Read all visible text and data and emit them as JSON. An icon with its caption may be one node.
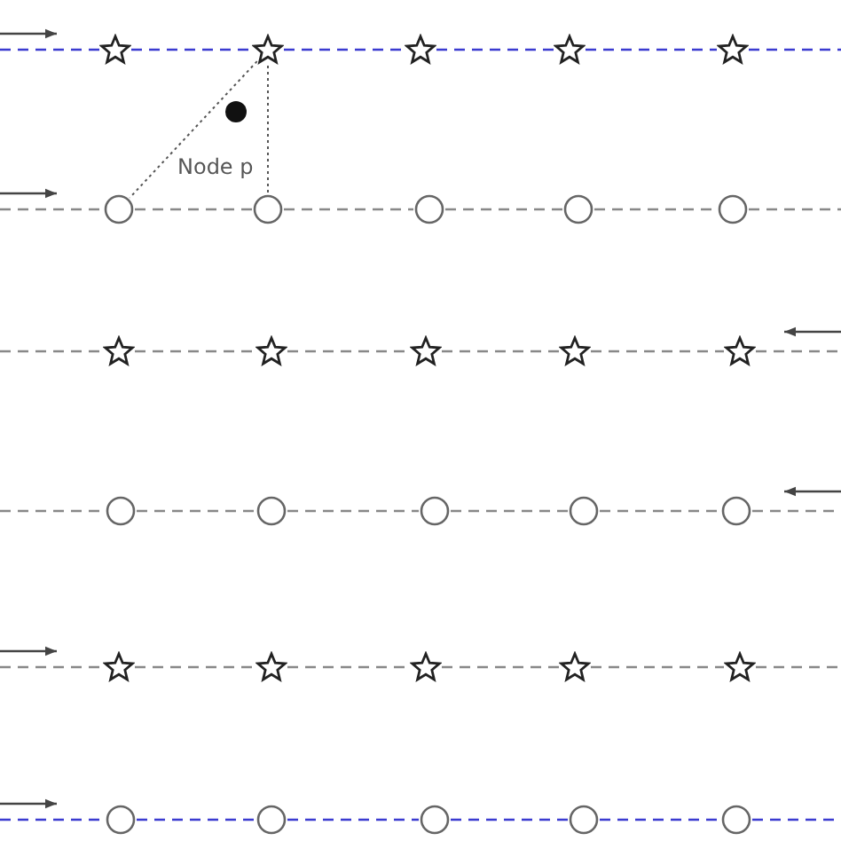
{
  "diagram": {
    "nodes": [
      {
        "text": [],
        "shape": "star"
      },
      {
        "text": [],
        "shape": "star"
      },
      {
        "text": [],
        "shape": "star"
      },
      {
        "text": [],
        "shape": "star"
      },
      {
        "text": [],
        "shape": "star"
      },
      {
        "text": [
          "Node p"
        ]
      },
      {
        "text": [],
        "shape": "circle"
      },
      {
        "text": [],
        "shape": "circle"
      },
      {
        "text": [],
        "shape": "circle"
      },
      {
        "text": [],
        "shape": "circle"
      },
      {
        "text": [],
        "shape": "circle"
      },
      {
        "text": [],
        "shape": "star"
      },
      {
        "text": [],
        "shape": "star"
      },
      {
        "text": [],
        "shape": "star"
      },
      {
        "text": [],
        "shape": "star"
      },
      {
        "text": [],
        "shape": "star"
      },
      {
        "text": [],
        "shape": "circle"
      },
      {
        "text": [],
        "shape": "circle"
      },
      {
        "text": [],
        "shape": "circle"
      },
      {
        "text": [],
        "shape": "circle"
      },
      {
        "text": [],
        "shape": "circle"
      },
      {
        "text": [],
        "shape": "star"
      },
      {
        "text": [],
        "shape": "star"
      },
      {
        "text": [],
        "shape": "star"
      },
      {
        "text": [],
        "shape": "star"
      },
      {
        "text": [],
        "shape": "star"
      },
      {
        "text": [],
        "shape": "circle"
      },
      {
        "text": [],
        "shape": "circle"
      },
      {
        "text": [],
        "shape": "circle"
      },
      {
        "text": [],
        "shape": "circle"
      },
      {
        "text": [],
        "shape": "circle"
      }
    ],
    "edges": [
      {
        "from": 0,
        "to": 1,
        "arrow": "none",
        "style": "dashed",
        "color": "#3b3bd0"
      },
      {
        "from": 1,
        "to": 2,
        "arrow": "none",
        "style": "dashed",
        "color": "#3b3bd0"
      },
      {
        "from": 2,
        "to": 3,
        "arrow": "none",
        "style": "dashed",
        "color": "#3b3bd0"
      },
      {
        "from": 3,
        "to": 4,
        "arrow": "none",
        "style": "dashed",
        "color": "#3b3bd0"
      },
      {
        "from": 1,
        "to": 6,
        "arrow": "none",
        "style": "dashed",
        "color": "#555555"
      },
      {
        "from": 1,
        "to": 7,
        "arrow": "none",
        "style": "dashed",
        "color": "#555555"
      },
      {
        "from": 6,
        "to": 7,
        "arrow": "none",
        "style": "dashed"
      },
      {
        "from": 7,
        "to": 8,
        "arrow": "none",
        "style": "dashed"
      },
      {
        "from": 8,
        "to": 9,
        "arrow": "none",
        "style": "dashed"
      },
      {
        "from": 9,
        "to": 10,
        "arrow": "none",
        "style": "dashed"
      },
      {
        "from": 11,
        "to": 12,
        "arrow": "none",
        "style": "dashed"
      },
      {
        "from": 12,
        "to": 13,
        "arrow": "none",
        "style": "dashed"
      },
      {
        "from": 13,
        "to": 14,
        "arrow": "none",
        "style": "dashed"
      },
      {
        "from": 14,
        "to": 15,
        "arrow": "none",
        "style": "dashed"
      },
      {
        "from": 16,
        "to": 17,
        "arrow": "none",
        "style": "dashed"
      },
      {
        "from": 17,
        "to": 18,
        "arrow": "none",
        "style": "dashed"
      },
      {
        "from": 18,
        "to": 19,
        "arrow": "none",
        "style": "dashed"
      },
      {
        "from": 19,
        "to": 20,
        "arrow": "none",
        "style": "dashed"
      },
      {
        "from": 21,
        "to": 22,
        "arrow": "none",
        "style": "dashed"
      },
      {
        "from": 22,
        "to": 23,
        "arrow": "none",
        "style": "dashed"
      },
      {
        "from": 23,
        "to": 24,
        "arrow": "none",
        "style": "dashed"
      },
      {
        "from": 24,
        "to": 25,
        "arrow": "none",
        "style": "dashed"
      },
      {
        "from": 26,
        "to": 27,
        "arrow": "none",
        "style": "dashed",
        "color": "#3b3bd0"
      },
      {
        "from": 27,
        "to": 28,
        "arrow": "none",
        "style": "dashed",
        "color": "#3b3bd0"
      },
      {
        "from": 28,
        "to": 29,
        "arrow": "none",
        "style": "dashed",
        "color": "#3b3bd0"
      },
      {
        "from": 29,
        "to": 30,
        "arrow": "none",
        "style": "dashed",
        "color": "#3b3bd0"
      }
    ]
  }
}
